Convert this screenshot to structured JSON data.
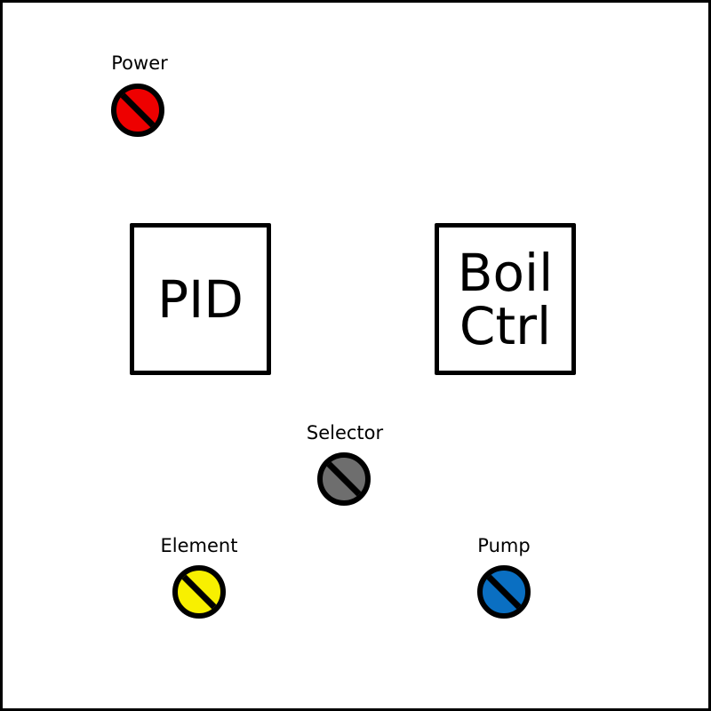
{
  "controls": {
    "power": {
      "label": "Power",
      "color": "#ee0000"
    },
    "selector": {
      "label": "Selector",
      "color": "#6e6e6e"
    },
    "element": {
      "label": "Element",
      "color": "#f8f000"
    },
    "pump": {
      "label": "Pump",
      "color": "#0a6fc2"
    }
  },
  "boxes": {
    "pid": {
      "text": "PID"
    },
    "boil": {
      "line1": "Boil",
      "line2": "Ctrl"
    }
  }
}
